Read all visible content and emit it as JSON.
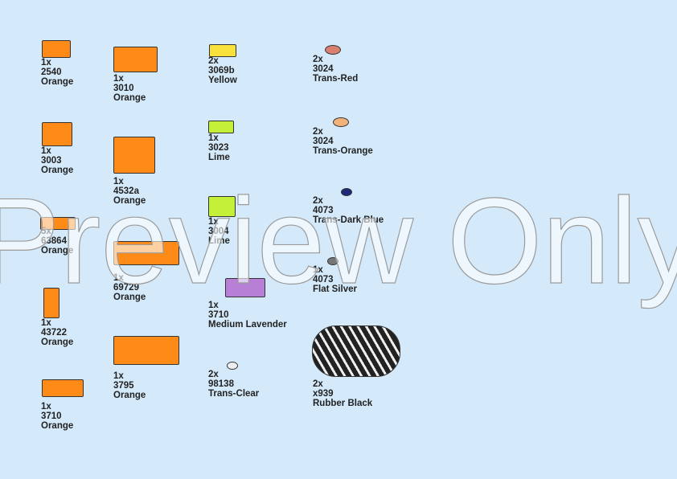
{
  "watermark": "Preview Only",
  "colors": {
    "background": "#d4eafb",
    "Orange": "#fe8a18",
    "Yellow": "#f7e13a",
    "Lime": "#c4f03a",
    "Medium Lavender": "#b77fd6",
    "Trans-Clear": "#eeeeee",
    "Trans-Red": "#d98070",
    "Trans-Orange": "#f3b27c",
    "Trans-Dark Blue": "#1e2a78",
    "Flat Silver": "#777777",
    "Rubber Black": "#222222"
  },
  "parts": [
    {
      "qty": "1x",
      "id": "2540",
      "color": "Orange"
    },
    {
      "qty": "1x",
      "id": "3003",
      "color": "Orange"
    },
    {
      "qty": "5x",
      "id": "63864",
      "color": "Orange"
    },
    {
      "qty": "1x",
      "id": "43722",
      "color": "Orange"
    },
    {
      "qty": "1x",
      "id": "3710",
      "color": "Orange"
    },
    {
      "qty": "1x",
      "id": "3010",
      "color": "Orange"
    },
    {
      "qty": "1x",
      "id": "4532a",
      "color": "Orange"
    },
    {
      "qty": "1x",
      "id": "69729",
      "color": "Orange"
    },
    {
      "qty": "1x",
      "id": "3795",
      "color": "Orange"
    },
    {
      "qty": "2x",
      "id": "3069b",
      "color": "Yellow"
    },
    {
      "qty": "1x",
      "id": "3023",
      "color": "Lime"
    },
    {
      "qty": "1x",
      "id": "3004",
      "color": "Lime"
    },
    {
      "qty": "1x",
      "id": "3710",
      "color": "Medium Lavender"
    },
    {
      "qty": "2x",
      "id": "98138",
      "color": "Trans-Clear"
    },
    {
      "qty": "2x",
      "id": "3024",
      "color": "Trans-Red"
    },
    {
      "qty": "2x",
      "id": "3024",
      "color": "Trans-Orange"
    },
    {
      "qty": "2x",
      "id": "4073",
      "color": "Trans-Dark Blue"
    },
    {
      "qty": "1x",
      "id": "4073",
      "color": "Flat Silver"
    },
    {
      "qty": "2x",
      "id": "x939",
      "color": "Rubber Black"
    }
  ]
}
